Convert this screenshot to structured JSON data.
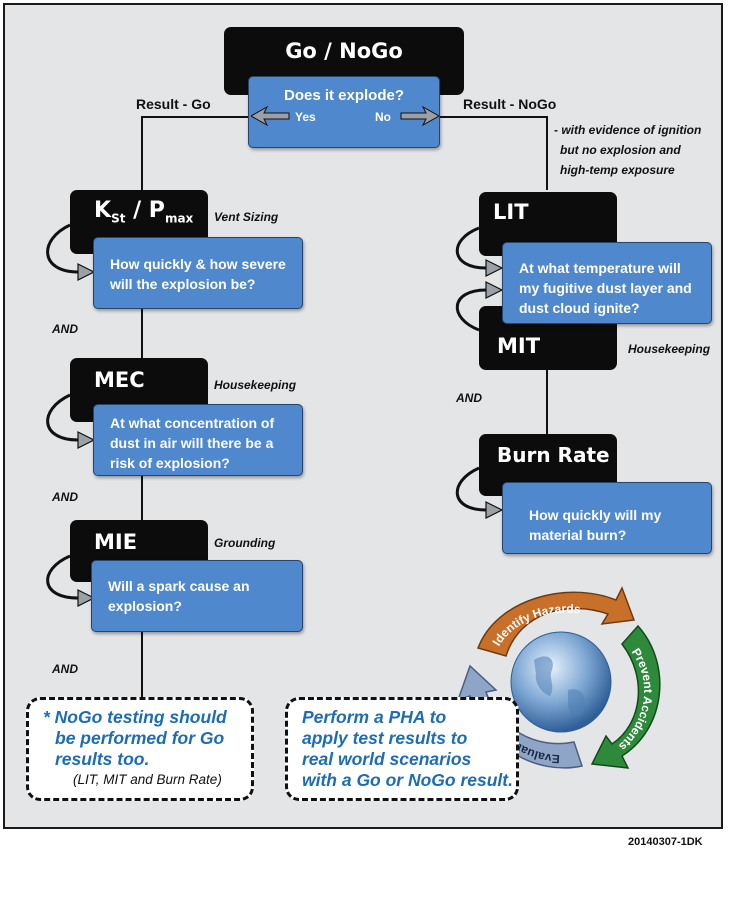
{
  "top": {
    "title": "Go / NoGo",
    "question": "Does it explode?",
    "yes_label": "Yes",
    "no_label": "No",
    "go_label": "Result - Go",
    "nogo_label": "Result - NoGo",
    "nogo_note": [
      "- with evidence of ignition",
      "but no explosion and",
      "high-temp exposure"
    ]
  },
  "left_chain": [
    {
      "title": "K",
      "sub1": "St",
      "mid": " / P",
      "sub2": "max",
      "tag": "Vent Sizing",
      "question": [
        "How quickly & how severe",
        "will the explosion be?"
      ]
    },
    {
      "title": "MEC",
      "tag": "Housekeeping",
      "question": [
        "At what concentration of",
        "dust in air will there be a",
        "risk of explosion?"
      ]
    },
    {
      "title": "MIE",
      "tag": "Grounding",
      "question": [
        "Will a spark cause an",
        "explosion?"
      ]
    }
  ],
  "and_label": "AND",
  "right_chain": {
    "lit": "LIT",
    "mit": "MIT",
    "mit_tag": "Housekeeping",
    "question": [
      "At what temperature will",
      "my fugitive dust layer and",
      "dust cloud ignite?"
    ],
    "burn_title": "Burn Rate",
    "burn_question": [
      "How quickly will my",
      "material burn?"
    ]
  },
  "notes": {
    "left": [
      "* NoGo testing should",
      "be performed for Go",
      "results too."
    ],
    "left_sub": "(LIT, MIT and Burn Rate)",
    "right": [
      "Perform a PHA to",
      "apply test results to",
      "real world scenarios",
      "with a Go or NoGo result."
    ]
  },
  "cycle": {
    "identify": "Identify Hazards",
    "prevent": "Prevent Accidents",
    "evaluate": "Evaluate Risk",
    "colors": {
      "identify": "#c8702a",
      "prevent": "#2c8a3a",
      "evaluate": "#8fa5c8"
    }
  },
  "code": "20140307-1DK"
}
